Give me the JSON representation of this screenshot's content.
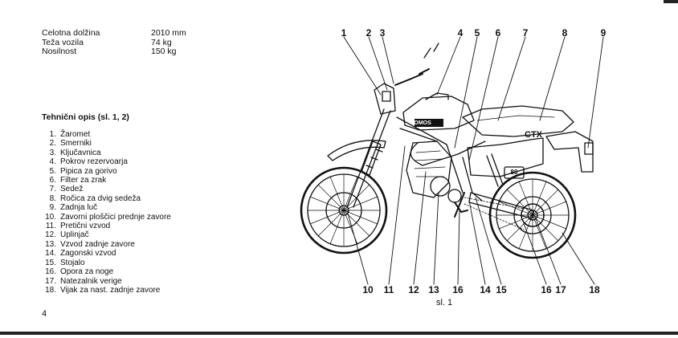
{
  "specs": [
    {
      "label": "Celotna dolžina",
      "value": "2010 mm"
    },
    {
      "label": "Teža vozila",
      "value": "74 kg"
    },
    {
      "label": "Nosilnost",
      "value": "150 kg"
    }
  ],
  "heading": "Tehnični opis (sl. 1, 2)",
  "parts": [
    {
      "num": "1.",
      "label": "Žaromet"
    },
    {
      "num": "2.",
      "label": "Smerniki"
    },
    {
      "num": "3.",
      "label": "Ključavnica"
    },
    {
      "num": "4.",
      "label": "Pokrov rezervoarja"
    },
    {
      "num": "5.",
      "label": "Pipica za gorivo"
    },
    {
      "num": "6.",
      "label": "Filter za zrak"
    },
    {
      "num": "7.",
      "label": "Sedež"
    },
    {
      "num": "8.",
      "label": "Ročica za dvig sedeža"
    },
    {
      "num": "9.",
      "label": "Zadnja luč"
    },
    {
      "num": "10.",
      "label": "Zavorni ploščici prednje zavore"
    },
    {
      "num": "11.",
      "label": "Pretični vzvod"
    },
    {
      "num": "12.",
      "label": "Uplinjač"
    },
    {
      "num": "13.",
      "label": "Vzvod zadnje zavore"
    },
    {
      "num": "14.",
      "label": "Zagonski vzvod"
    },
    {
      "num": "15.",
      "label": "Stojalo"
    },
    {
      "num": "16.",
      "label": "Opora za noge"
    },
    {
      "num": "17.",
      "label": "Natezalnik verige"
    },
    {
      "num": "18.",
      "label": "Vijak za nast. zadnje zavore"
    }
  ],
  "page_number": "4",
  "figure": {
    "caption": "sl. 1",
    "tank_label": "TOMOS",
    "badge_label": "CTX",
    "side_label": "80",
    "callouts_top": [
      "1",
      "2",
      "3",
      "4",
      "5",
      "6",
      "7",
      "8",
      "9"
    ],
    "callouts_bottom": [
      "10",
      "11",
      "12",
      "13",
      "16",
      "14",
      "15",
      "16",
      "17",
      "18"
    ]
  }
}
